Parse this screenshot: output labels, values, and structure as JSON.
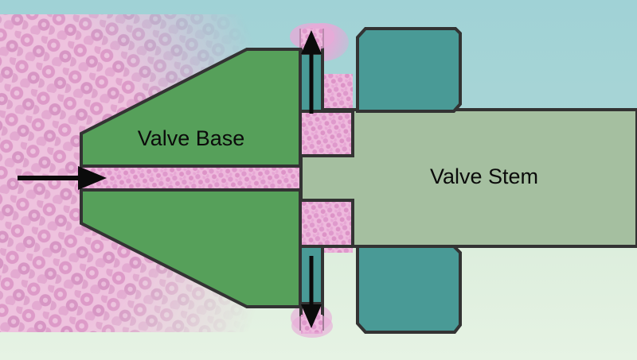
{
  "diagram": {
    "title": "Heart valve cross-section schematic",
    "labels": {
      "valve_base": "Valve Base",
      "valve_stem": "Valve Stem"
    },
    "annotations": {
      "inflow_arrow": "blood flow inward arrow",
      "up_arrow": "blood flow upward arrow",
      "down_arrow": "blood flow downward arrow"
    },
    "colors": {
      "background_top": "#a5d3d5",
      "background_bottom": "#e0f0de",
      "valve_base_green": "#56a05a",
      "valve_stem_green": "#a5bfa0",
      "teal_block": "#499a96",
      "blood_pink": "#e8afd4",
      "outline": "#333333",
      "label_text": "#0b0b0b"
    }
  }
}
